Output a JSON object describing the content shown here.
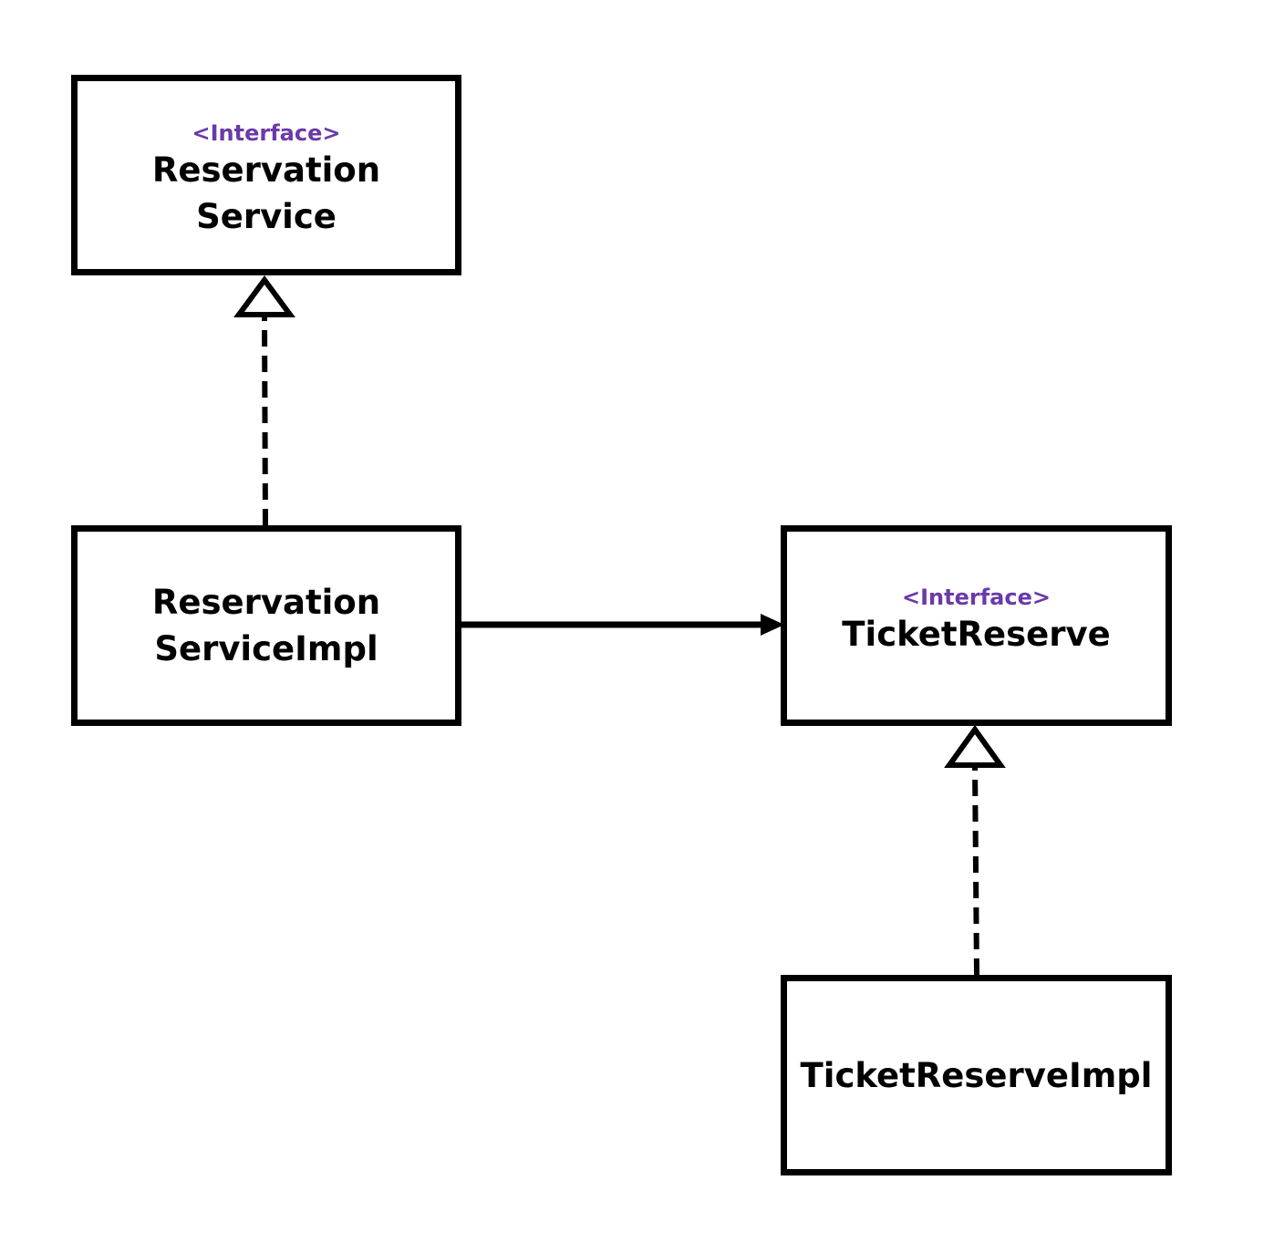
{
  "diagram": {
    "colors": {
      "stroke": "#000000",
      "stereotype": "#6a3aa8",
      "background": "#ffffff"
    },
    "nodes": [
      {
        "id": "reservation-service",
        "stereotype": "<Interface>",
        "label": "Reservation\nService"
      },
      {
        "id": "reservation-service-impl",
        "stereotype": "",
        "label": "Reservation\nServiceImpl"
      },
      {
        "id": "ticket-reserve",
        "stereotype": "<Interface>",
        "label": "TicketReserve"
      },
      {
        "id": "ticket-reserve-impl",
        "stereotype": "",
        "label": "TicketReserveImpl"
      }
    ],
    "edges": [
      {
        "from": "reservation-service-impl",
        "to": "reservation-service",
        "kind": "realization"
      },
      {
        "from": "reservation-service-impl",
        "to": "ticket-reserve",
        "kind": "association"
      },
      {
        "from": "ticket-reserve-impl",
        "to": "ticket-reserve",
        "kind": "realization"
      }
    ]
  }
}
